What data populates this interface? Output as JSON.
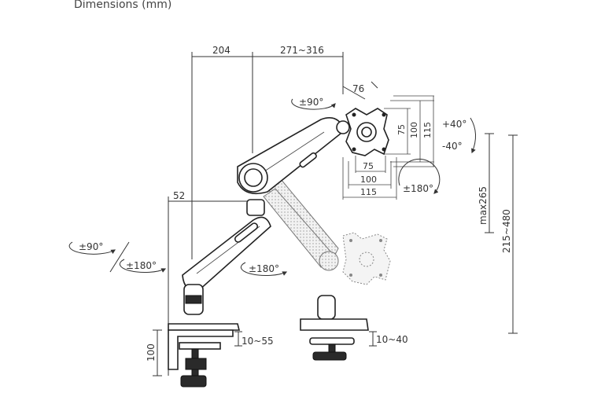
{
  "title": "Dimensions (mm)",
  "dimensions": {
    "arm1": "204",
    "arm2": "271~316",
    "offset76": "76",
    "riser": "52",
    "height_range": "215~480",
    "max_height": "max265",
    "clamp_height": "100",
    "clamp_range": "10~55",
    "grommet_range": "10~40",
    "vesa_h": [
      "75",
      "100",
      "115"
    ],
    "vesa_v": [
      "75",
      "100",
      "115"
    ]
  },
  "rotations": {
    "head_swivel": "±90°",
    "tilt_up": "+40°",
    "tilt_down": "-40°",
    "head_rotate": "±180°",
    "arm_rotate": "±180°",
    "base_swivel": "±90°",
    "base_rotate": "±180°"
  }
}
